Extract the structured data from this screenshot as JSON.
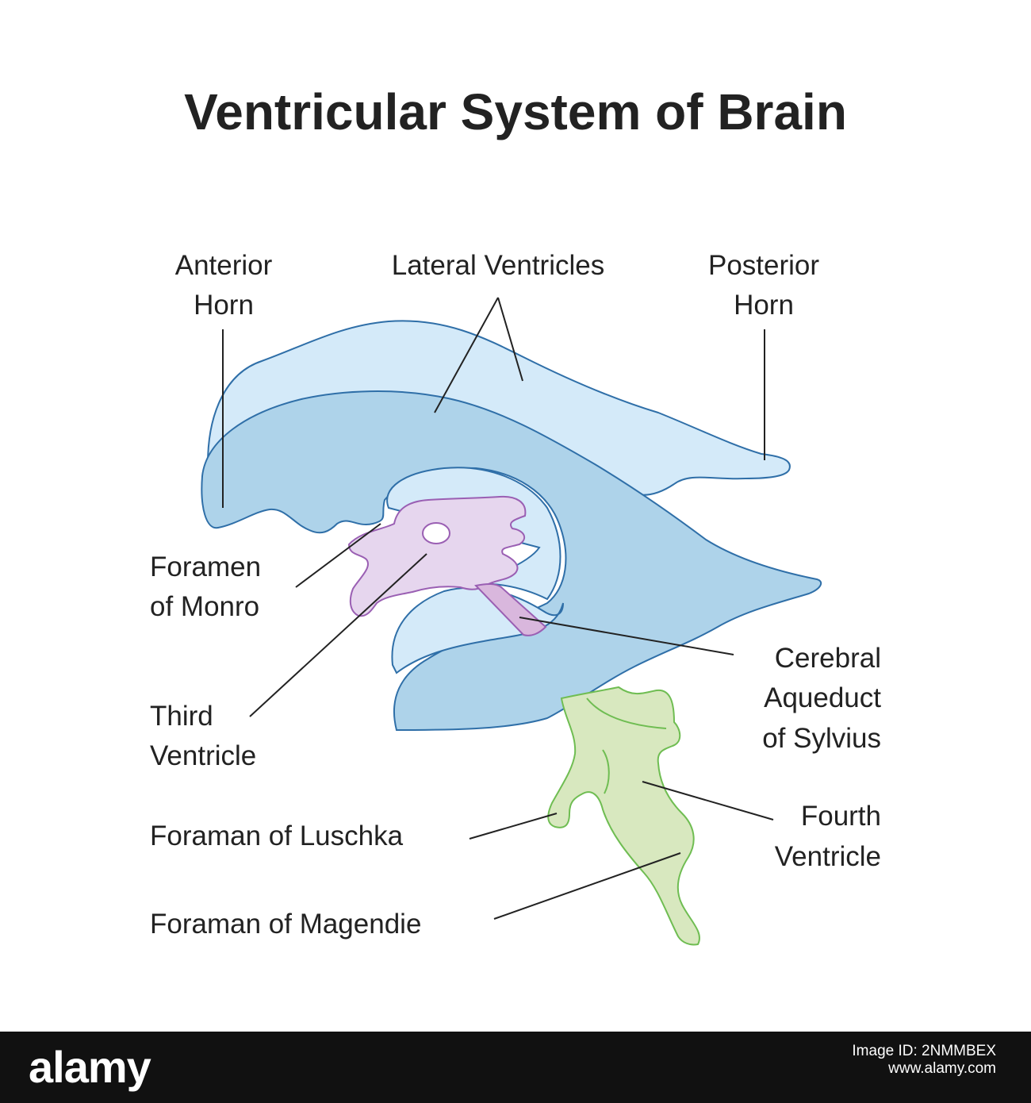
{
  "title": "Ventricular System of Brain",
  "colors": {
    "lateral_light": "#d4eaf9",
    "lateral_main": "#aed3ea",
    "outline_blue": "#2f6fa8",
    "third_ventricle": "#e6d6ee",
    "outline_purple": "#9a5fb3",
    "aqueduct": "#d9b7dd",
    "fourth_ventricle": "#d8e8bf",
    "outline_green": "#6fbd52",
    "text": "#222222",
    "footer": "#111111"
  },
  "labels": {
    "anterior_horn": [
      "Anterior",
      "Horn"
    ],
    "lateral_ventricles": "Lateral Ventricles",
    "posterior_horn": [
      "Posterior",
      "Horn"
    ],
    "foramen_monro": [
      "Foramen",
      "of Monro"
    ],
    "third_ventricle": [
      "Third",
      "Ventricle"
    ],
    "cerebral_aqueduct": [
      "Cerebral",
      "Aqueduct",
      "of Sylvius"
    ],
    "fourth_ventricle": [
      "Fourth",
      "Ventricle"
    ],
    "foramen_luschka": "Foraman of Luschka",
    "foramen_magendie": "Foraman of Magendie"
  },
  "footer": {
    "logo": "alamy",
    "image_id": "Image ID: 2NMMBEX",
    "site": "www.alamy.com"
  }
}
